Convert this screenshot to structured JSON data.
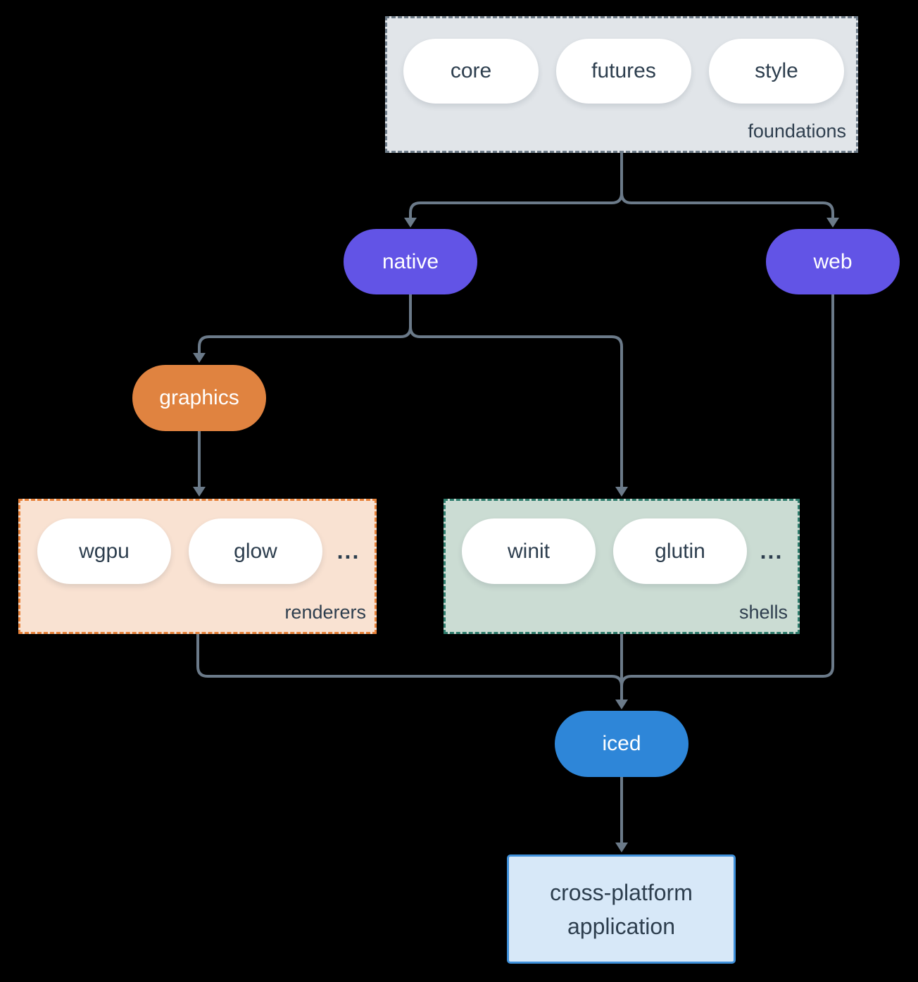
{
  "diagram": {
    "foundations": {
      "label": "foundations",
      "pills": [
        "core",
        "futures",
        "style"
      ]
    },
    "native": {
      "label": "native"
    },
    "web": {
      "label": "web"
    },
    "graphics": {
      "label": "graphics"
    },
    "renderers": {
      "label": "renderers",
      "pills": [
        "wgpu",
        "glow"
      ],
      "ellipsis": "..."
    },
    "shells": {
      "label": "shells",
      "pills": [
        "winit",
        "glutin"
      ],
      "ellipsis": "..."
    },
    "iced": {
      "label": "iced"
    },
    "application": {
      "label": "cross-platform application"
    }
  },
  "colors": {
    "background": "#000000",
    "edge": "#6b7a89",
    "pill_text": "#2d3e4e",
    "pill_fill": "#ffffff",
    "native_web_fill": "#6254e6",
    "graphics_fill": "#e08340",
    "iced_fill": "#2e86d8",
    "foundations_fill": "#e1e5e9",
    "foundations_border": "#6f7d8a",
    "renderers_fill": "#f9e2d2",
    "renderers_border": "#e8823a",
    "shells_fill": "#cbdcd3",
    "shells_border": "#2f7d6d",
    "application_fill": "#d7e8f8",
    "application_border": "#3f90da"
  }
}
